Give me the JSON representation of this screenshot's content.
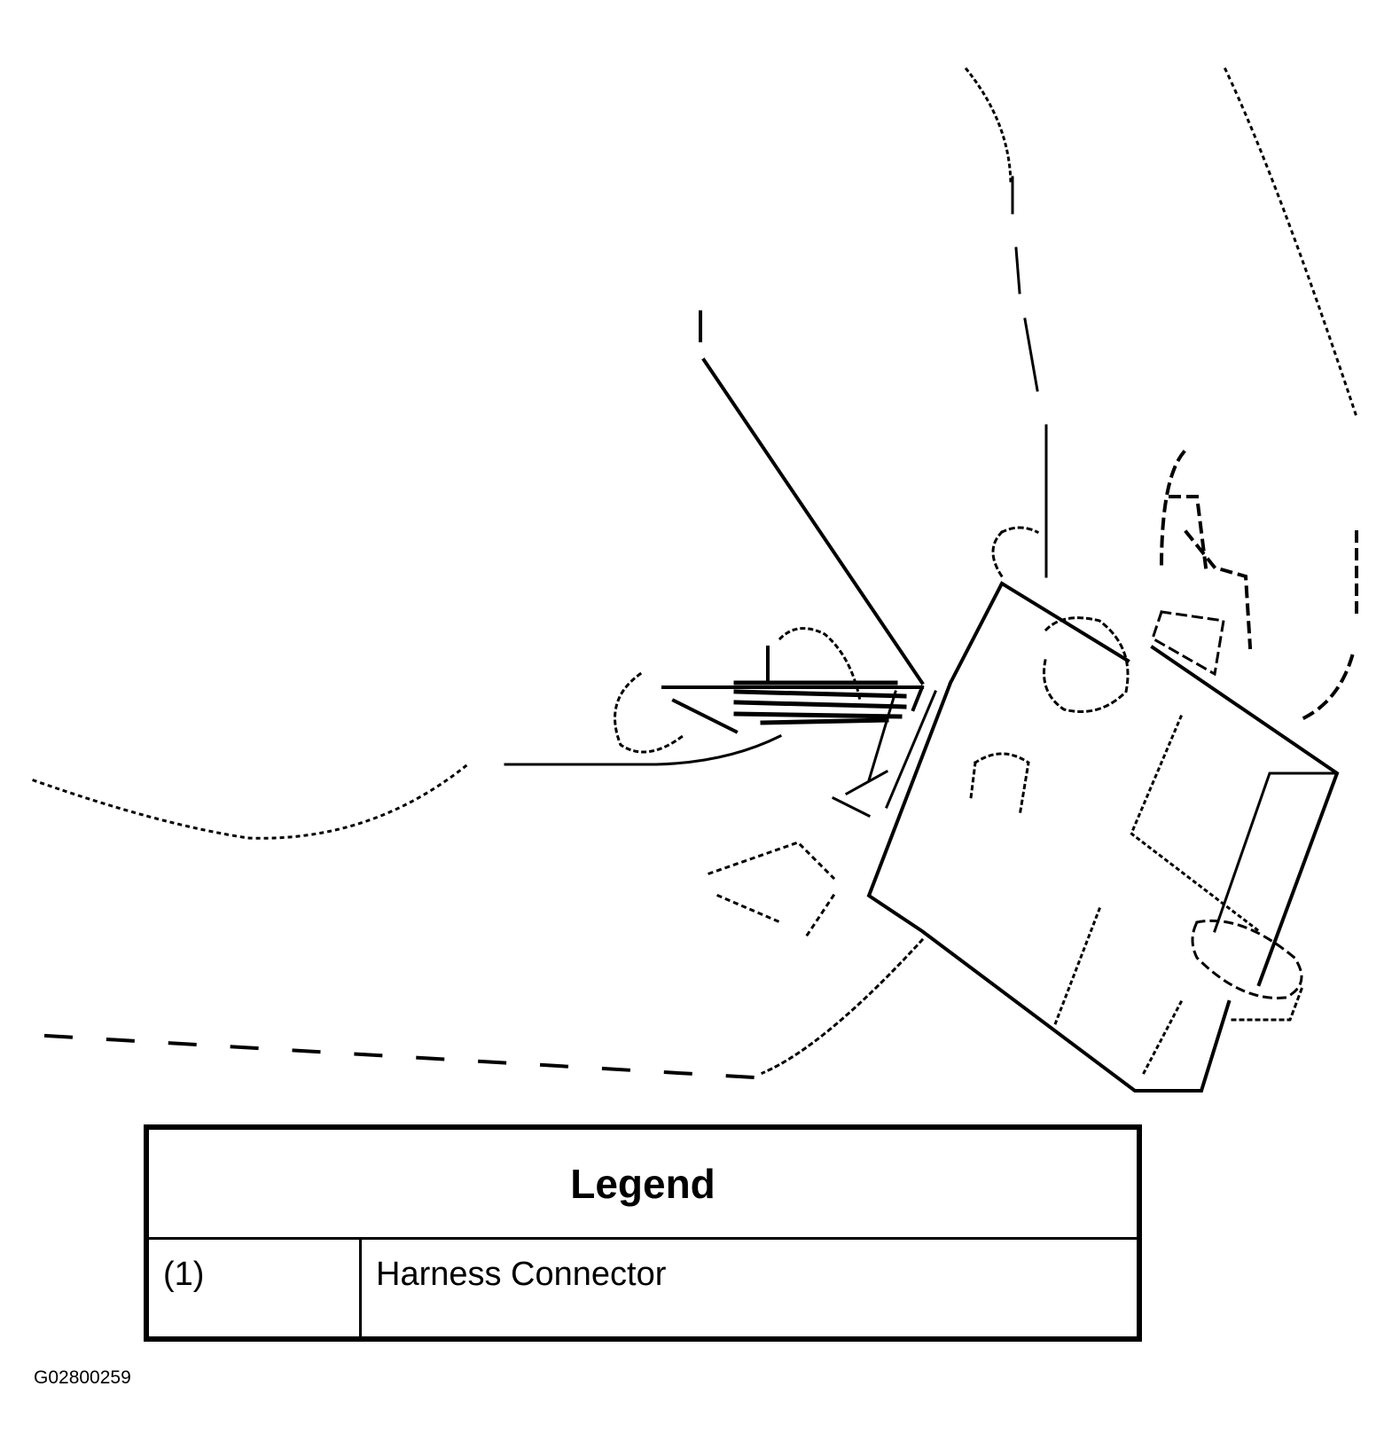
{
  "legend": {
    "title": "Legend",
    "items": [
      {
        "key": "(1)",
        "label": "Harness Connector"
      }
    ]
  },
  "figure_id": "G02800259",
  "colors": {
    "line": "#000000",
    "background": "#ffffff"
  }
}
